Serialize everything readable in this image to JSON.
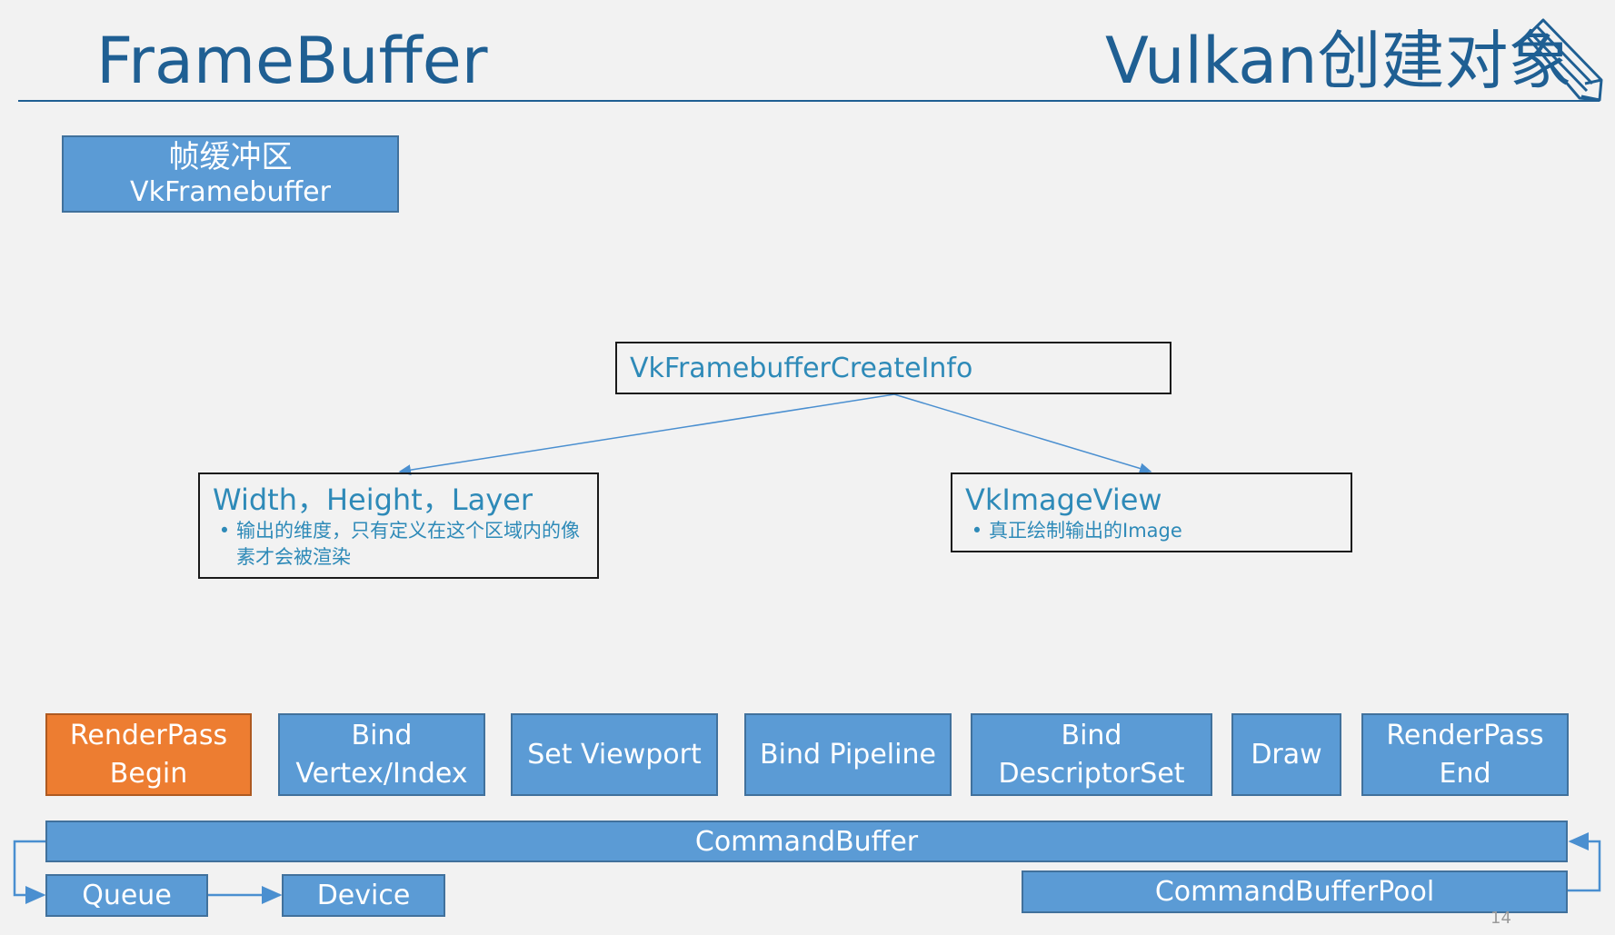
{
  "header": {
    "title": "FrameBuffer",
    "section": "Vulkan创建对象"
  },
  "framebuffer_box": {
    "line1": "帧缓冲区",
    "line2": "VkFramebuffer"
  },
  "create_info": {
    "label": "VkFramebufferCreateInfo"
  },
  "left_info": {
    "heading": "Width，Height，Layer",
    "bullet": "输出的维度，只有定义在这个区域内的像素才会被渲染"
  },
  "right_info": {
    "heading": "VkImageView",
    "bullet": "真正绘制输出的Image"
  },
  "pipeline_steps": [
    {
      "line1": "RenderPass",
      "line2": "Begin"
    },
    {
      "line1": "Bind",
      "line2": "Vertex/Index"
    },
    {
      "line1": "Set Viewport",
      "line2": ""
    },
    {
      "line1": "Bind Pipeline",
      "line2": ""
    },
    {
      "line1": "Bind",
      "line2": "DescriptorSet"
    },
    {
      "line1": "Draw",
      "line2": ""
    },
    {
      "line1": "RenderPass",
      "line2": "End"
    }
  ],
  "command_buffer": "CommandBuffer",
  "queue": "Queue",
  "device": "Device",
  "command_buffer_pool": "CommandBufferPool",
  "page_number": "14",
  "colors": {
    "title": "#1f5f93",
    "box_blue": "#5b9bd5",
    "box_orange": "#ed7d31",
    "accent_text": "#2e8ab8",
    "connector": "#4a8fd0"
  }
}
